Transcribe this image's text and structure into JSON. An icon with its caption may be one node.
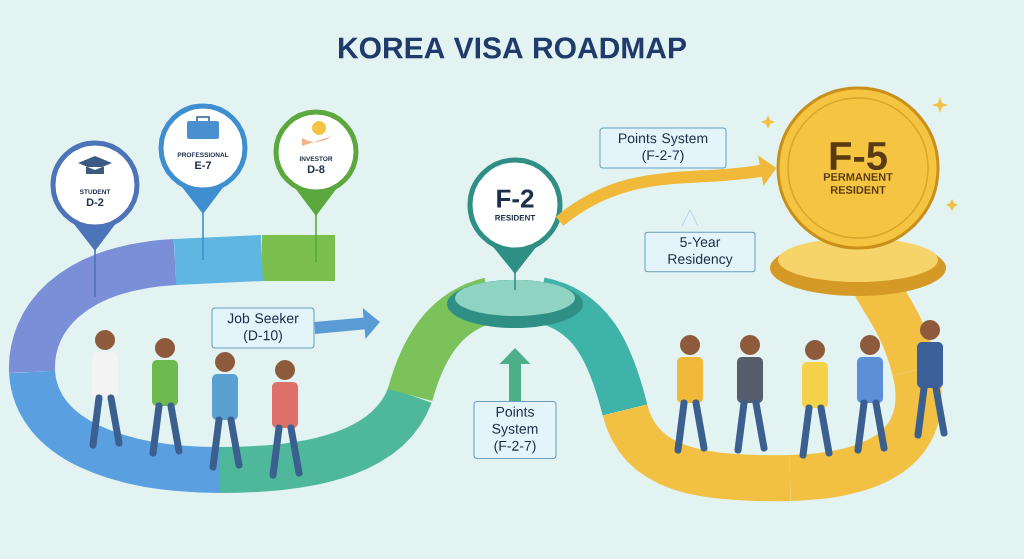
{
  "diagram": {
    "title": "KOREA VISA ROADMAP",
    "nodes": [
      {
        "text": [
          "STUDENT",
          "D-2"
        ]
      },
      {
        "text": [
          "PROFESSIONAL",
          "E-7"
        ]
      },
      {
        "text": [
          "INVESTOR",
          "D-8"
        ]
      },
      {
        "text": [
          "Job Seeker (D-10)"
        ]
      },
      {
        "text": [
          "F-2",
          "RESIDENT"
        ]
      },
      {
        "text": [
          "Points System (F-2-7)"
        ]
      },
      {
        "text": [
          "Points System (F-2-7)"
        ]
      },
      {
        "text": [
          "5-Year Residency"
        ]
      },
      {
        "text": [
          "F-5",
          "PERMANENT RESIDENT"
        ]
      }
    ],
    "edges": [
      {
        "from": 3,
        "to": null,
        "arrow": "to",
        "color": "#5b9bd5"
      },
      {
        "from": 5,
        "to": null,
        "arrow": "to",
        "color": "#4caf8a"
      },
      {
        "from": 4,
        "to": 8,
        "arrow": "to",
        "color": "#f0b93a"
      }
    ]
  }
}
